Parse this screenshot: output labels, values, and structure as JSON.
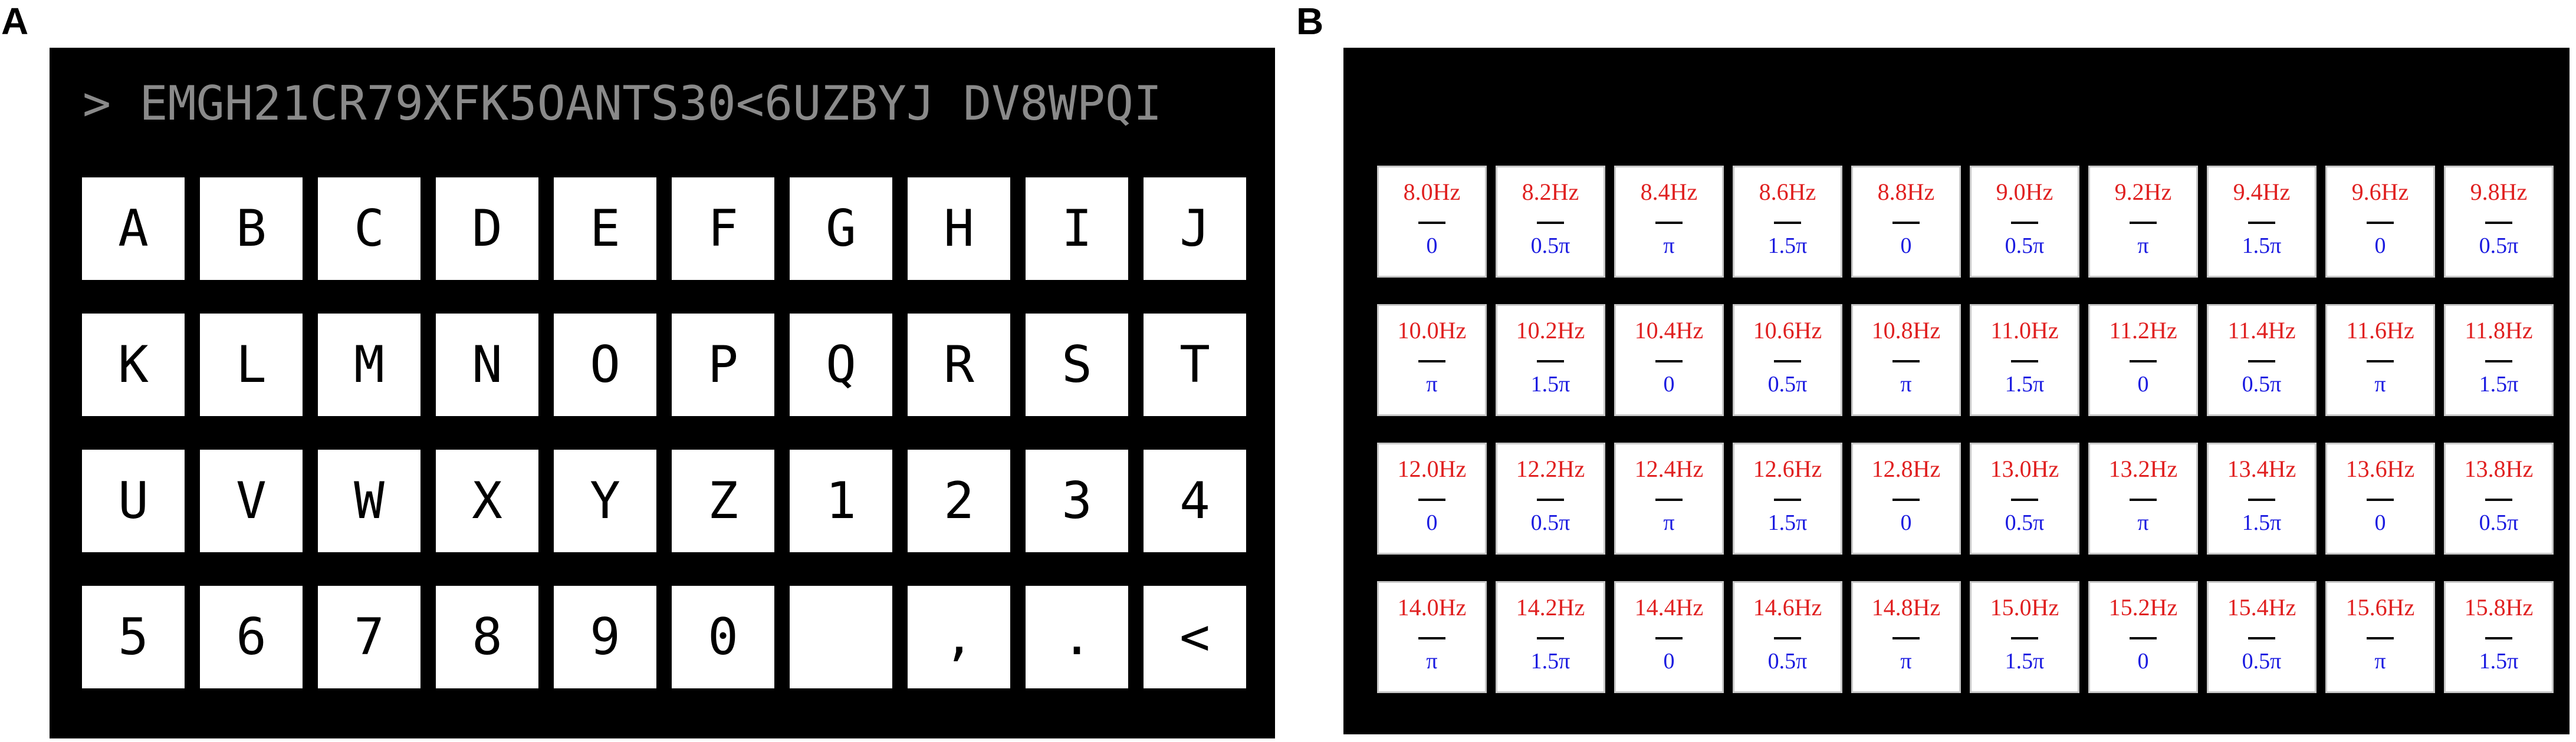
{
  "panel_a": {
    "label": "A",
    "typed_text": "> EMGH21CR79XFK5OANTS30<6UZBYJ DV8WPQI",
    "keys": [
      "A",
      "B",
      "C",
      "D",
      "E",
      "F",
      "G",
      "H",
      "I",
      "J",
      "K",
      "L",
      "M",
      "N",
      "O",
      "P",
      "Q",
      "R",
      "S",
      "T",
      "U",
      "V",
      "W",
      "X",
      "Y",
      "Z",
      "1",
      "2",
      "3",
      "4",
      "5",
      "6",
      "7",
      "8",
      "9",
      "0",
      " ",
      ",",
      ".",
      "<"
    ]
  },
  "panel_b": {
    "label": "B",
    "targets": [
      {
        "freq": "8.0Hz",
        "phase": "0"
      },
      {
        "freq": "8.2Hz",
        "phase": "0.5π"
      },
      {
        "freq": "8.4Hz",
        "phase": "π"
      },
      {
        "freq": "8.6Hz",
        "phase": "1.5π"
      },
      {
        "freq": "8.8Hz",
        "phase": "0"
      },
      {
        "freq": "9.0Hz",
        "phase": "0.5π"
      },
      {
        "freq": "9.2Hz",
        "phase": "π"
      },
      {
        "freq": "9.4Hz",
        "phase": "1.5π"
      },
      {
        "freq": "9.6Hz",
        "phase": "0"
      },
      {
        "freq": "9.8Hz",
        "phase": "0.5π"
      },
      {
        "freq": "10.0Hz",
        "phase": "π"
      },
      {
        "freq": "10.2Hz",
        "phase": "1.5π"
      },
      {
        "freq": "10.4Hz",
        "phase": "0"
      },
      {
        "freq": "10.6Hz",
        "phase": "0.5π"
      },
      {
        "freq": "10.8Hz",
        "phase": "π"
      },
      {
        "freq": "11.0Hz",
        "phase": "1.5π"
      },
      {
        "freq": "11.2Hz",
        "phase": "0"
      },
      {
        "freq": "11.4Hz",
        "phase": "0.5π"
      },
      {
        "freq": "11.6Hz",
        "phase": "π"
      },
      {
        "freq": "11.8Hz",
        "phase": "1.5π"
      },
      {
        "freq": "12.0Hz",
        "phase": "0"
      },
      {
        "freq": "12.2Hz",
        "phase": "0.5π"
      },
      {
        "freq": "12.4Hz",
        "phase": "π"
      },
      {
        "freq": "12.6Hz",
        "phase": "1.5π"
      },
      {
        "freq": "12.8Hz",
        "phase": "0"
      },
      {
        "freq": "13.0Hz",
        "phase": "0.5π"
      },
      {
        "freq": "13.2Hz",
        "phase": "π"
      },
      {
        "freq": "13.4Hz",
        "phase": "1.5π"
      },
      {
        "freq": "13.6Hz",
        "phase": "0"
      },
      {
        "freq": "13.8Hz",
        "phase": "0.5π"
      },
      {
        "freq": "14.0Hz",
        "phase": "π"
      },
      {
        "freq": "14.2Hz",
        "phase": "1.5π"
      },
      {
        "freq": "14.4Hz",
        "phase": "0"
      },
      {
        "freq": "14.6Hz",
        "phase": "0.5π"
      },
      {
        "freq": "14.8Hz",
        "phase": "π"
      },
      {
        "freq": "15.0Hz",
        "phase": "1.5π"
      },
      {
        "freq": "15.2Hz",
        "phase": "0"
      },
      {
        "freq": "15.4Hz",
        "phase": "0.5π"
      },
      {
        "freq": "15.6Hz",
        "phase": "π"
      },
      {
        "freq": "15.8Hz",
        "phase": "1.5π"
      }
    ]
  },
  "colors": {
    "background": "#000000",
    "key_background": "#ffffff",
    "typed_text": "#8a8a8a",
    "frequency_text": "#e02020",
    "phase_text": "#1a1ae0"
  }
}
